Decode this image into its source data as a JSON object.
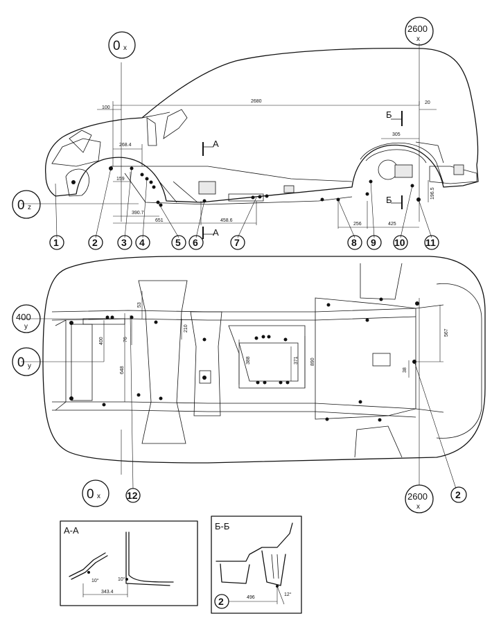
{
  "datum_labels": {
    "ox_top": {
      "main": "0",
      "sub": "x"
    },
    "oz": {
      "main": "0",
      "sub": "z"
    },
    "y400": {
      "main": "400",
      "sub": "y"
    },
    "oy": {
      "main": "0",
      "sub": "y"
    },
    "ox_bottom": {
      "main": "0",
      "sub": "x"
    },
    "x2600_top": {
      "main": "2600",
      "sub": "x"
    },
    "x2600_bottom": {
      "main": "2600",
      "sub": "x"
    }
  },
  "callouts": [
    "1",
    "2",
    "3",
    "4",
    "5",
    "6",
    "7",
    "8",
    "9",
    "10",
    "11",
    "12",
    "2"
  ],
  "side_dims": {
    "d100": "100",
    "d2680": "2680",
    "d20": "20",
    "d268_4": "268.4",
    "d305": "305",
    "d159": "159",
    "d390_7": "390.7",
    "d651": "651",
    "d458_6": "458.6",
    "d256": "256",
    "d425": "425",
    "d196_5": "196.5"
  },
  "plan_dims": {
    "d53": "53",
    "d76": "76",
    "d400": "400",
    "d648": "648",
    "d210": "210",
    "d388": "388",
    "d371": "371",
    "d890": "890",
    "d567": "567",
    "d38": "38"
  },
  "section_marks": {
    "a_top": "А",
    "a_bottom": "А",
    "b_top": "Б",
    "b_bottom": "Б"
  },
  "section_aa": {
    "title": "А-А",
    "angle1": "10°",
    "angle2": "10°",
    "dim": "343.4"
  },
  "section_bb": {
    "title": "Б-Б",
    "callout": "2",
    "dim": "496",
    "angle": "12°"
  }
}
